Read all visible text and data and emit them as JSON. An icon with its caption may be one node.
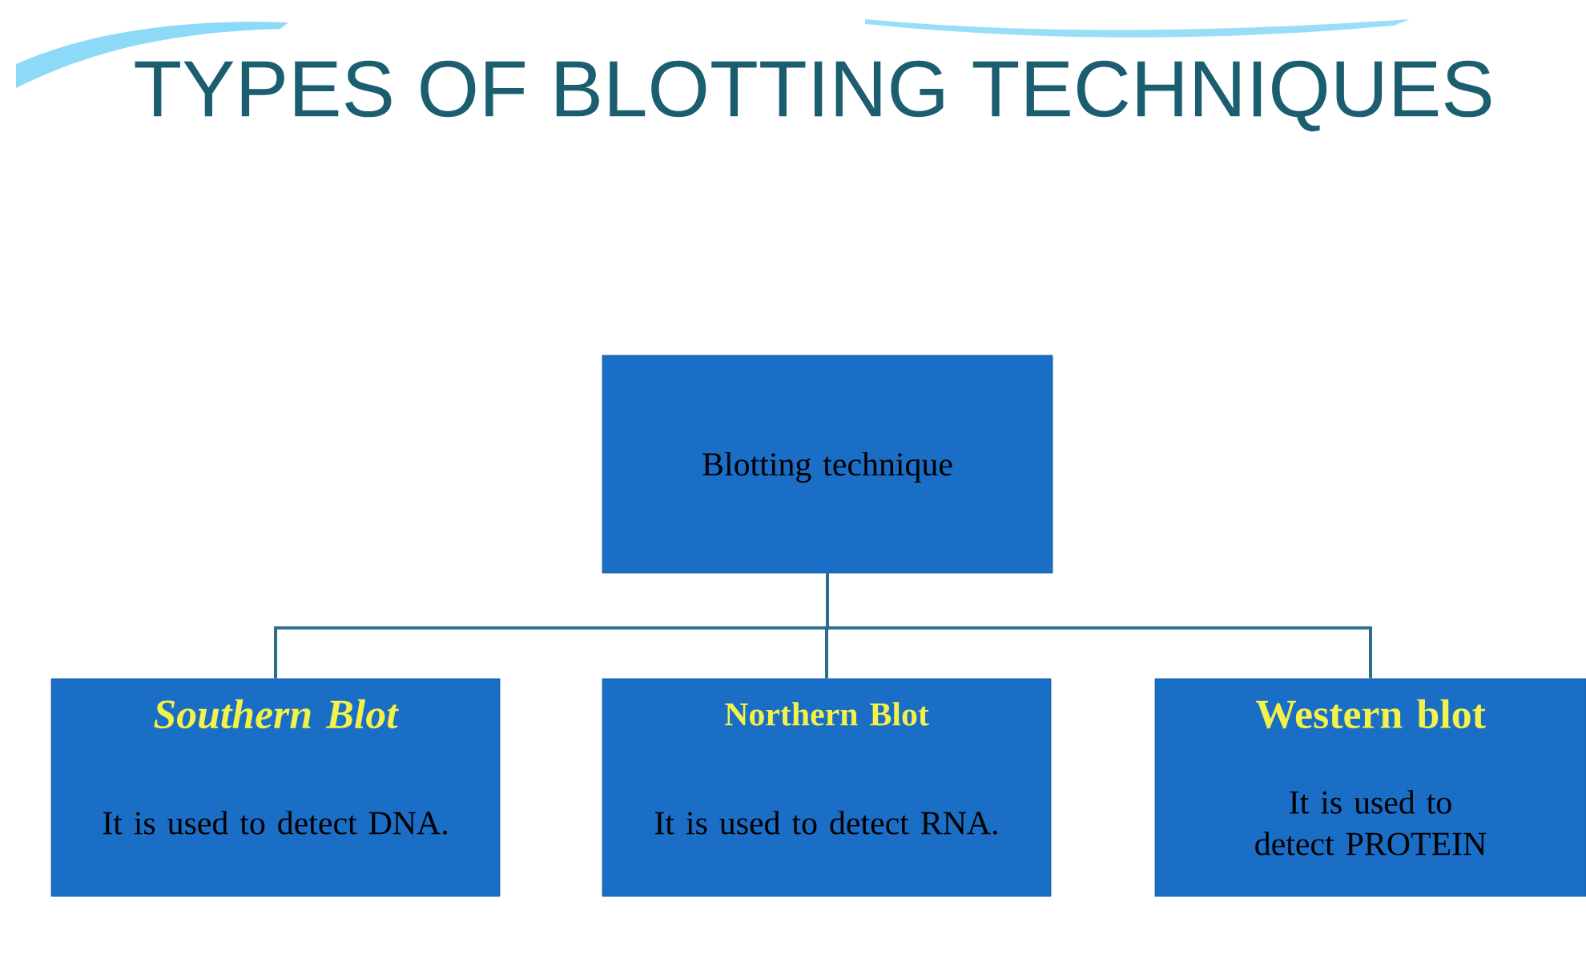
{
  "diagram": {
    "title": "TYPES OF BLOTTING TECHNIQUES",
    "nodes": [
      {
        "text": [
          "Blotting technique"
        ]
      },
      {
        "text": [
          "Southern Blot",
          "It is used to detect DNA."
        ]
      },
      {
        "text": [
          "Northern Blot",
          "It is used to detect RNA."
        ]
      },
      {
        "text": [
          "Western blot",
          "It is used to detect PROTEIN"
        ]
      }
    ],
    "edges": [
      {
        "from": 0,
        "to": 1,
        "arrow": "none"
      },
      {
        "from": 0,
        "to": 2,
        "arrow": "none"
      },
      {
        "from": 0,
        "to": 3,
        "arrow": "none"
      }
    ]
  }
}
